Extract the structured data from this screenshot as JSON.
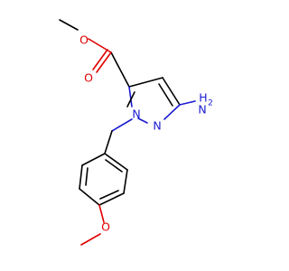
{
  "molecule": {
    "atoms": {
      "carbonyl_o": "O",
      "ester_o": "O",
      "n1": "N",
      "n2": "N",
      "amino_n": "N",
      "amino_h": "H",
      "amino_h_count": "2",
      "methoxy_o": "O"
    },
    "colors": {
      "bond": "#000000",
      "oxygen": "#e00000",
      "nitrogen": "#1b1bd0"
    }
  }
}
